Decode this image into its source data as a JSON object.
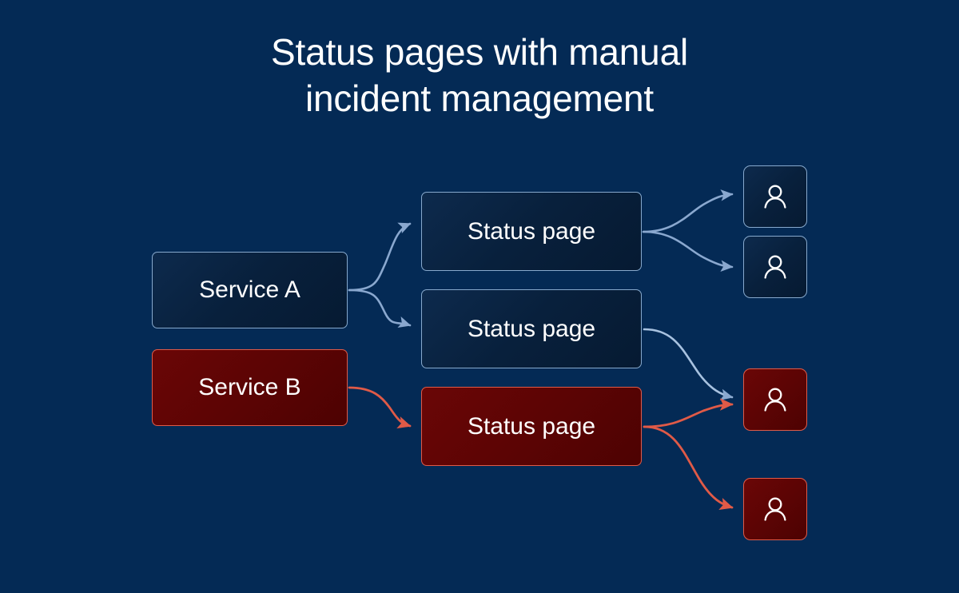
{
  "page": {
    "title": "Status pages with manual\nincident management",
    "background_color": "#042a55"
  },
  "colors": {
    "background": "#042a55",
    "blue_node_border": "#87a9cd",
    "blue_node_fill": "#0a2240",
    "red_node_border": "#e05a47",
    "red_node_fill": "#5c0404",
    "blue_arrow": "#8aa8cf",
    "red_arrow": "#e05a47",
    "text": "#ffffff"
  },
  "diagram": {
    "services": [
      {
        "id": "service-a",
        "label": "Service A",
        "state": "healthy",
        "color": "blue"
      },
      {
        "id": "service-b",
        "label": "Service B",
        "state": "incident",
        "color": "red"
      }
    ],
    "status_pages": [
      {
        "id": "status-page-1",
        "label": "Status page",
        "state": "healthy",
        "color": "blue"
      },
      {
        "id": "status-page-2",
        "label": "Status page",
        "state": "healthy",
        "color": "blue"
      },
      {
        "id": "status-page-3",
        "label": "Status page",
        "state": "incident",
        "color": "red"
      }
    ],
    "people": [
      {
        "id": "person-1",
        "icon": "person-icon",
        "color": "blue"
      },
      {
        "id": "person-2",
        "icon": "person-icon",
        "color": "blue"
      },
      {
        "id": "person-3",
        "icon": "person-icon",
        "color": "red"
      },
      {
        "id": "person-4",
        "icon": "person-icon",
        "color": "red"
      }
    ],
    "connections": [
      {
        "from": "service-a",
        "to": "status-page-1",
        "color": "blue"
      },
      {
        "from": "service-a",
        "to": "status-page-2",
        "color": "blue"
      },
      {
        "from": "service-b",
        "to": "status-page-3",
        "color": "red"
      },
      {
        "from": "status-page-1",
        "to": "person-1",
        "color": "blue"
      },
      {
        "from": "status-page-1",
        "to": "person-2",
        "color": "blue"
      },
      {
        "from": "status-page-2",
        "to": "person-3",
        "color": "blue"
      },
      {
        "from": "status-page-3",
        "to": "person-3",
        "color": "red"
      },
      {
        "from": "status-page-3",
        "to": "person-4",
        "color": "red"
      }
    ]
  }
}
